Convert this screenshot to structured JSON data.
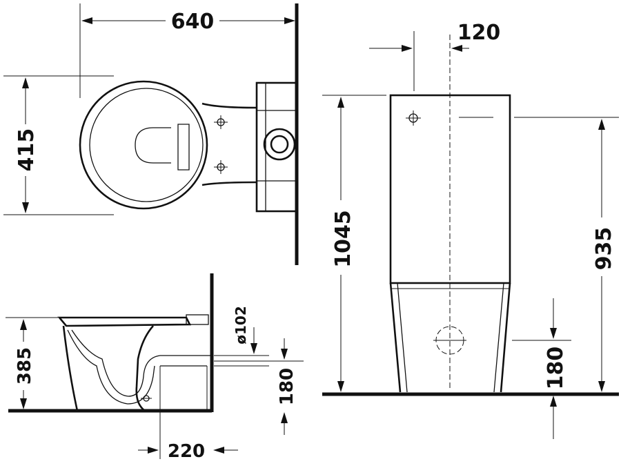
{
  "dimensions": {
    "width_top": "640",
    "depth_top": "415",
    "offset_top": "120",
    "total_height": "1045",
    "tank_height": "935",
    "outlet_height_right": "180",
    "bowl_height": "385",
    "pipe_diameter": "ø102",
    "outlet_height_side": "180",
    "outlet_distance": "220"
  }
}
